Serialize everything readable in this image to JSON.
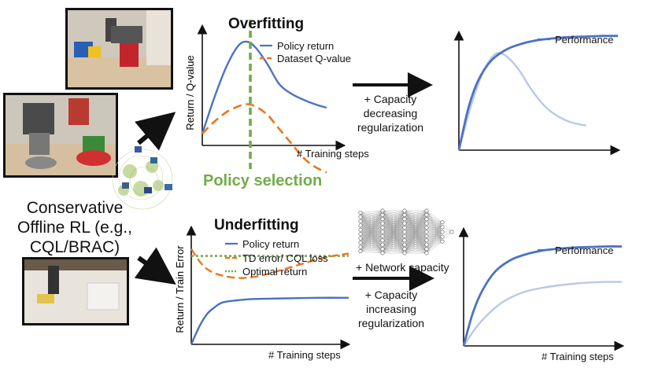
{
  "left": {
    "method_lines": [
      "Conservative",
      "Offline RL (e.g.,",
      "CQL/BRAC)"
    ]
  },
  "overfitting": {
    "title": "Overfitting",
    "ylabel": "Return / Q-value",
    "xlabel": "# Training steps",
    "legend": [
      "Policy return",
      "Dataset Q-value"
    ],
    "selection_label": "Policy selection",
    "arrow_text": [
      "+ Capacity",
      "decreasing",
      "regularization"
    ],
    "result_legend": "Performance"
  },
  "underfitting": {
    "title": "Underfitting",
    "ylabel": "Return / Train Error",
    "xlabel": "# Training steps",
    "legend": [
      "Policy return",
      "TD error/ CQL loss",
      "Optimal return"
    ],
    "network_text": "+ Network capacity",
    "arrow_text": [
      "+ Capacity",
      "increasing",
      "regularization"
    ],
    "result_legend": "Performance",
    "result_xlabel": "# Training steps"
  },
  "colors": {
    "policy": "#4a72c4",
    "qvalue": "#e87722",
    "optimal": "#70ad47",
    "selection": "#70ad47",
    "faded": "#b9c8e8"
  },
  "chart_data": [
    {
      "type": "line",
      "title": "Overfitting",
      "xlabel": "# Training steps",
      "ylabel": "Return / Q-value",
      "xlim": [
        0,
        10
      ],
      "ylim": [
        0,
        10
      ],
      "series": [
        {
          "name": "Policy return",
          "x": [
            0,
            0.8,
            1.6,
            2.4,
            3.0,
            3.6,
            4.4,
            5.2,
            6.0,
            6.8,
            7.6,
            8.4
          ],
          "y": [
            1,
            4.0,
            6.6,
            8.4,
            8.8,
            8.3,
            6.9,
            5.2,
            4.4,
            3.9,
            3.5,
            3.2
          ]
        },
        {
          "name": "Dataset Q-value",
          "x": [
            0,
            0.8,
            1.6,
            2.4,
            3.0,
            3.6,
            4.4,
            5.2,
            6.0,
            6.8,
            7.6,
            8.4
          ],
          "y": [
            1,
            2.0,
            2.8,
            3.3,
            3.5,
            3.3,
            2.6,
            1.4,
            0.2,
            -1.0,
            -1.8,
            -2.3
          ]
        }
      ],
      "annotations": [
        "Policy selection"
      ]
    },
    {
      "type": "line",
      "title": "Underfitting",
      "xlabel": "# Training steps",
      "ylabel": "Return / Train Error",
      "xlim": [
        0,
        10
      ],
      "ylim": [
        0,
        10
      ],
      "series": [
        {
          "name": "Policy return",
          "x": [
            0,
            0.5,
            1,
            1.5,
            2,
            3,
            4,
            6,
            8,
            10
          ],
          "y": [
            0,
            1.5,
            2.6,
            3.2,
            3.6,
            3.8,
            3.9,
            3.95,
            4.0,
            4.0
          ]
        },
        {
          "name": "TD error/ CQL loss",
          "x": [
            0,
            0.6,
            1.2,
            2,
            3,
            4,
            5,
            6,
            7,
            8,
            9,
            10
          ],
          "y": [
            8.2,
            7.0,
            6.3,
            5.9,
            5.7,
            5.8,
            6.1,
            6.5,
            6.9,
            7.3,
            7.6,
            7.8
          ]
        },
        {
          "name": "Optimal return",
          "x": [
            0,
            10
          ],
          "y": [
            7.6,
            7.6
          ]
        }
      ]
    },
    {
      "type": "line",
      "title": "",
      "xlim": [
        0,
        10
      ],
      "ylim": [
        0,
        10
      ],
      "series": [
        {
          "name": "Performance",
          "x": [
            0,
            0.6,
            1.2,
            2,
            3,
            4,
            5,
            6,
            7,
            8,
            9,
            10
          ],
          "y": [
            0,
            3.6,
            5.9,
            7.6,
            8.6,
            9.1,
            9.4,
            9.55,
            9.65,
            9.7,
            9.75,
            9.75
          ]
        },
        {
          "name": "",
          "x": [
            0,
            0.7,
            1.4,
            2.0,
            2.5,
            3.1,
            3.8,
            4.5,
            5.3,
            6.1,
            7.0,
            8.0
          ],
          "y": [
            0,
            3.5,
            6.3,
            7.8,
            8.3,
            7.9,
            6.8,
            5.3,
            3.9,
            3.0,
            2.4,
            2.1
          ]
        }
      ]
    },
    {
      "type": "line",
      "title": "",
      "xlabel": "# Training steps",
      "xlim": [
        0,
        10
      ],
      "ylim": [
        0,
        10
      ],
      "series": [
        {
          "name": "Performance",
          "x": [
            0,
            0.6,
            1.2,
            2,
            3,
            4,
            5,
            6,
            7,
            8,
            9,
            10
          ],
          "y": [
            0,
            2.9,
            4.8,
            6.4,
            7.4,
            7.9,
            8.2,
            8.35,
            8.45,
            8.5,
            8.55,
            8.55
          ]
        },
        {
          "name": "",
          "x": [
            0,
            0.8,
            1.6,
            2.4,
            3.2,
            4,
            5,
            6,
            7,
            8,
            9,
            10
          ],
          "y": [
            0,
            1.6,
            2.8,
            3.7,
            4.3,
            4.7,
            5.0,
            5.2,
            5.35,
            5.45,
            5.5,
            5.5
          ]
        }
      ]
    }
  ]
}
